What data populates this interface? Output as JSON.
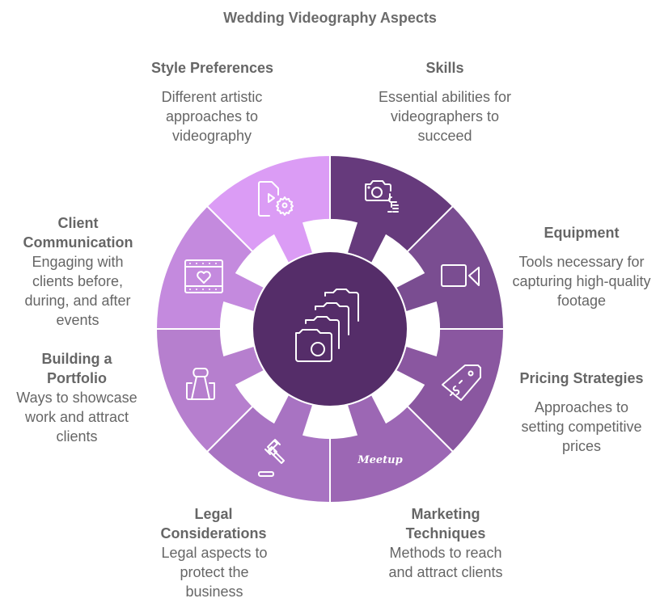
{
  "title": "Wedding Videography Aspects",
  "center": {
    "icon": "camera-stack-icon",
    "color": "#552d69"
  },
  "segments": [
    {
      "key": "skills",
      "title": "Skills",
      "description": "Essential abilities for videographers to succeed",
      "icon": "camera-settings-icon",
      "color": "#663a7c"
    },
    {
      "key": "equipment",
      "title": "Equipment",
      "description": "Tools necessary for capturing high-quality footage",
      "icon": "video-camera-icon",
      "color": "#7a4d91"
    },
    {
      "key": "pricing",
      "title": "Pricing Strategies",
      "description": "Approaches to setting competitive prices",
      "icon": "price-tag-icon",
      "color": "#8a57a0"
    },
    {
      "key": "marketing",
      "title": "Marketing Techniques",
      "description": "Methods to reach and attract clients",
      "icon": "meetup-logo-icon",
      "icon_text": "Meetup",
      "color": "#9c67b4"
    },
    {
      "key": "legal",
      "title": "Legal Considerations",
      "description": "Legal aspects to protect the business",
      "icon": "gavel-icon",
      "color": "#a873c2"
    },
    {
      "key": "portfolio",
      "title": "Building a Portfolio",
      "description": "Ways to showcase work and attract clients",
      "icon": "binder-clip-icon",
      "color": "#b67fce"
    },
    {
      "key": "client",
      "title": "Client Communication",
      "description": "Engaging with clients before, during, and after events",
      "icon": "film-heart-icon",
      "color": "#c48ade"
    },
    {
      "key": "style",
      "title": "Style Preferences",
      "description": "Different artistic approaches to videography",
      "icon": "video-file-settings-icon",
      "color": "#db9cf5"
    }
  ]
}
